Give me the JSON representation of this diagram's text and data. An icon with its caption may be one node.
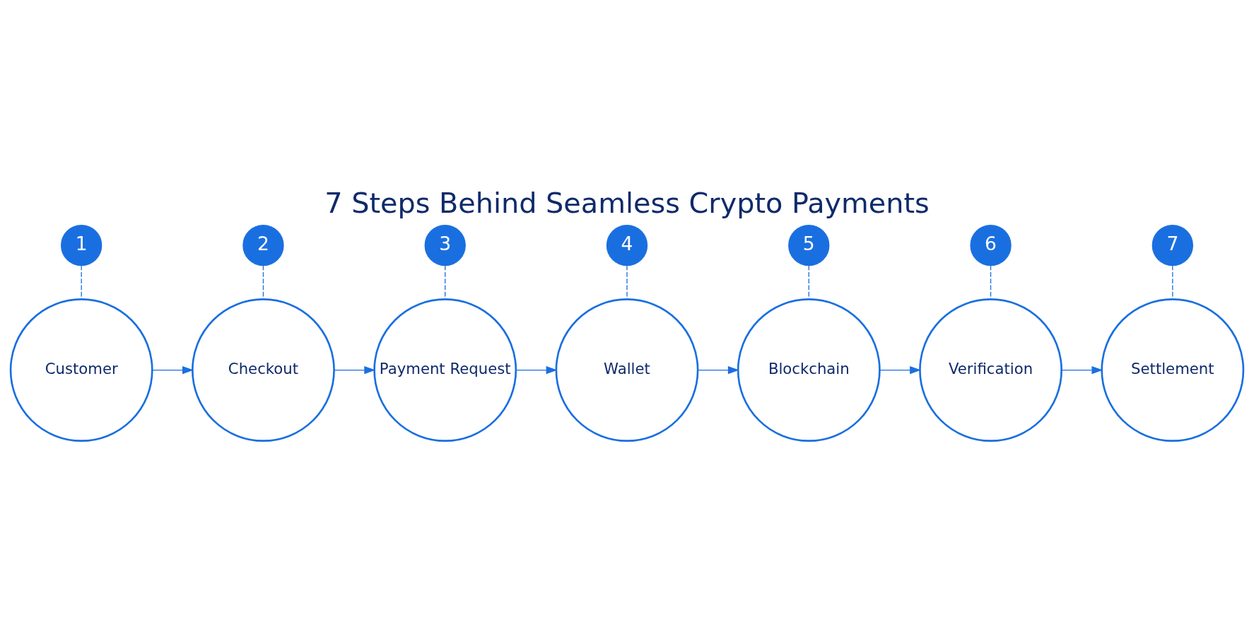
{
  "diagram": {
    "title": "7 Steps Behind Seamless Crypto Payments",
    "nodes": [
      {
        "text": [
          "1"
        ]
      },
      {
        "text": [
          "2"
        ]
      },
      {
        "text": [
          "3"
        ]
      },
      {
        "text": [
          "4"
        ]
      },
      {
        "text": [
          "5"
        ]
      },
      {
        "text": [
          "6"
        ]
      },
      {
        "text": [
          "7"
        ]
      },
      {
        "text": [
          "Customer"
        ]
      },
      {
        "text": [
          "Checkout"
        ]
      },
      {
        "text": [
          "Payment Request"
        ]
      },
      {
        "text": [
          "Wallet"
        ]
      },
      {
        "text": [
          "Blockchain"
        ]
      },
      {
        "text": [
          "Verification"
        ]
      },
      {
        "text": [
          "Settlement"
        ]
      }
    ],
    "edges": [
      {
        "from": 0,
        "to": 7,
        "arrow": "none",
        "style": "dashed"
      },
      {
        "from": 1,
        "to": 8,
        "arrow": "none",
        "style": "dashed"
      },
      {
        "from": 2,
        "to": 9,
        "arrow": "none",
        "style": "dashed"
      },
      {
        "from": 3,
        "to": 10,
        "arrow": "none",
        "style": "dashed"
      },
      {
        "from": 4,
        "to": 11,
        "arrow": "none",
        "style": "dashed"
      },
      {
        "from": 5,
        "to": 12,
        "arrow": "none",
        "style": "dashed"
      },
      {
        "from": 6,
        "to": 13,
        "arrow": "none",
        "style": "dashed"
      },
      {
        "from": 7,
        "to": 8,
        "arrow": "to"
      },
      {
        "from": 8,
        "to": 9,
        "arrow": "to"
      },
      {
        "from": 9,
        "to": 10,
        "arrow": "to"
      },
      {
        "from": 10,
        "to": 11,
        "arrow": "to"
      },
      {
        "from": 11,
        "to": 12,
        "arrow": "to"
      },
      {
        "from": 12,
        "to": 13,
        "arrow": "to"
      }
    ]
  }
}
